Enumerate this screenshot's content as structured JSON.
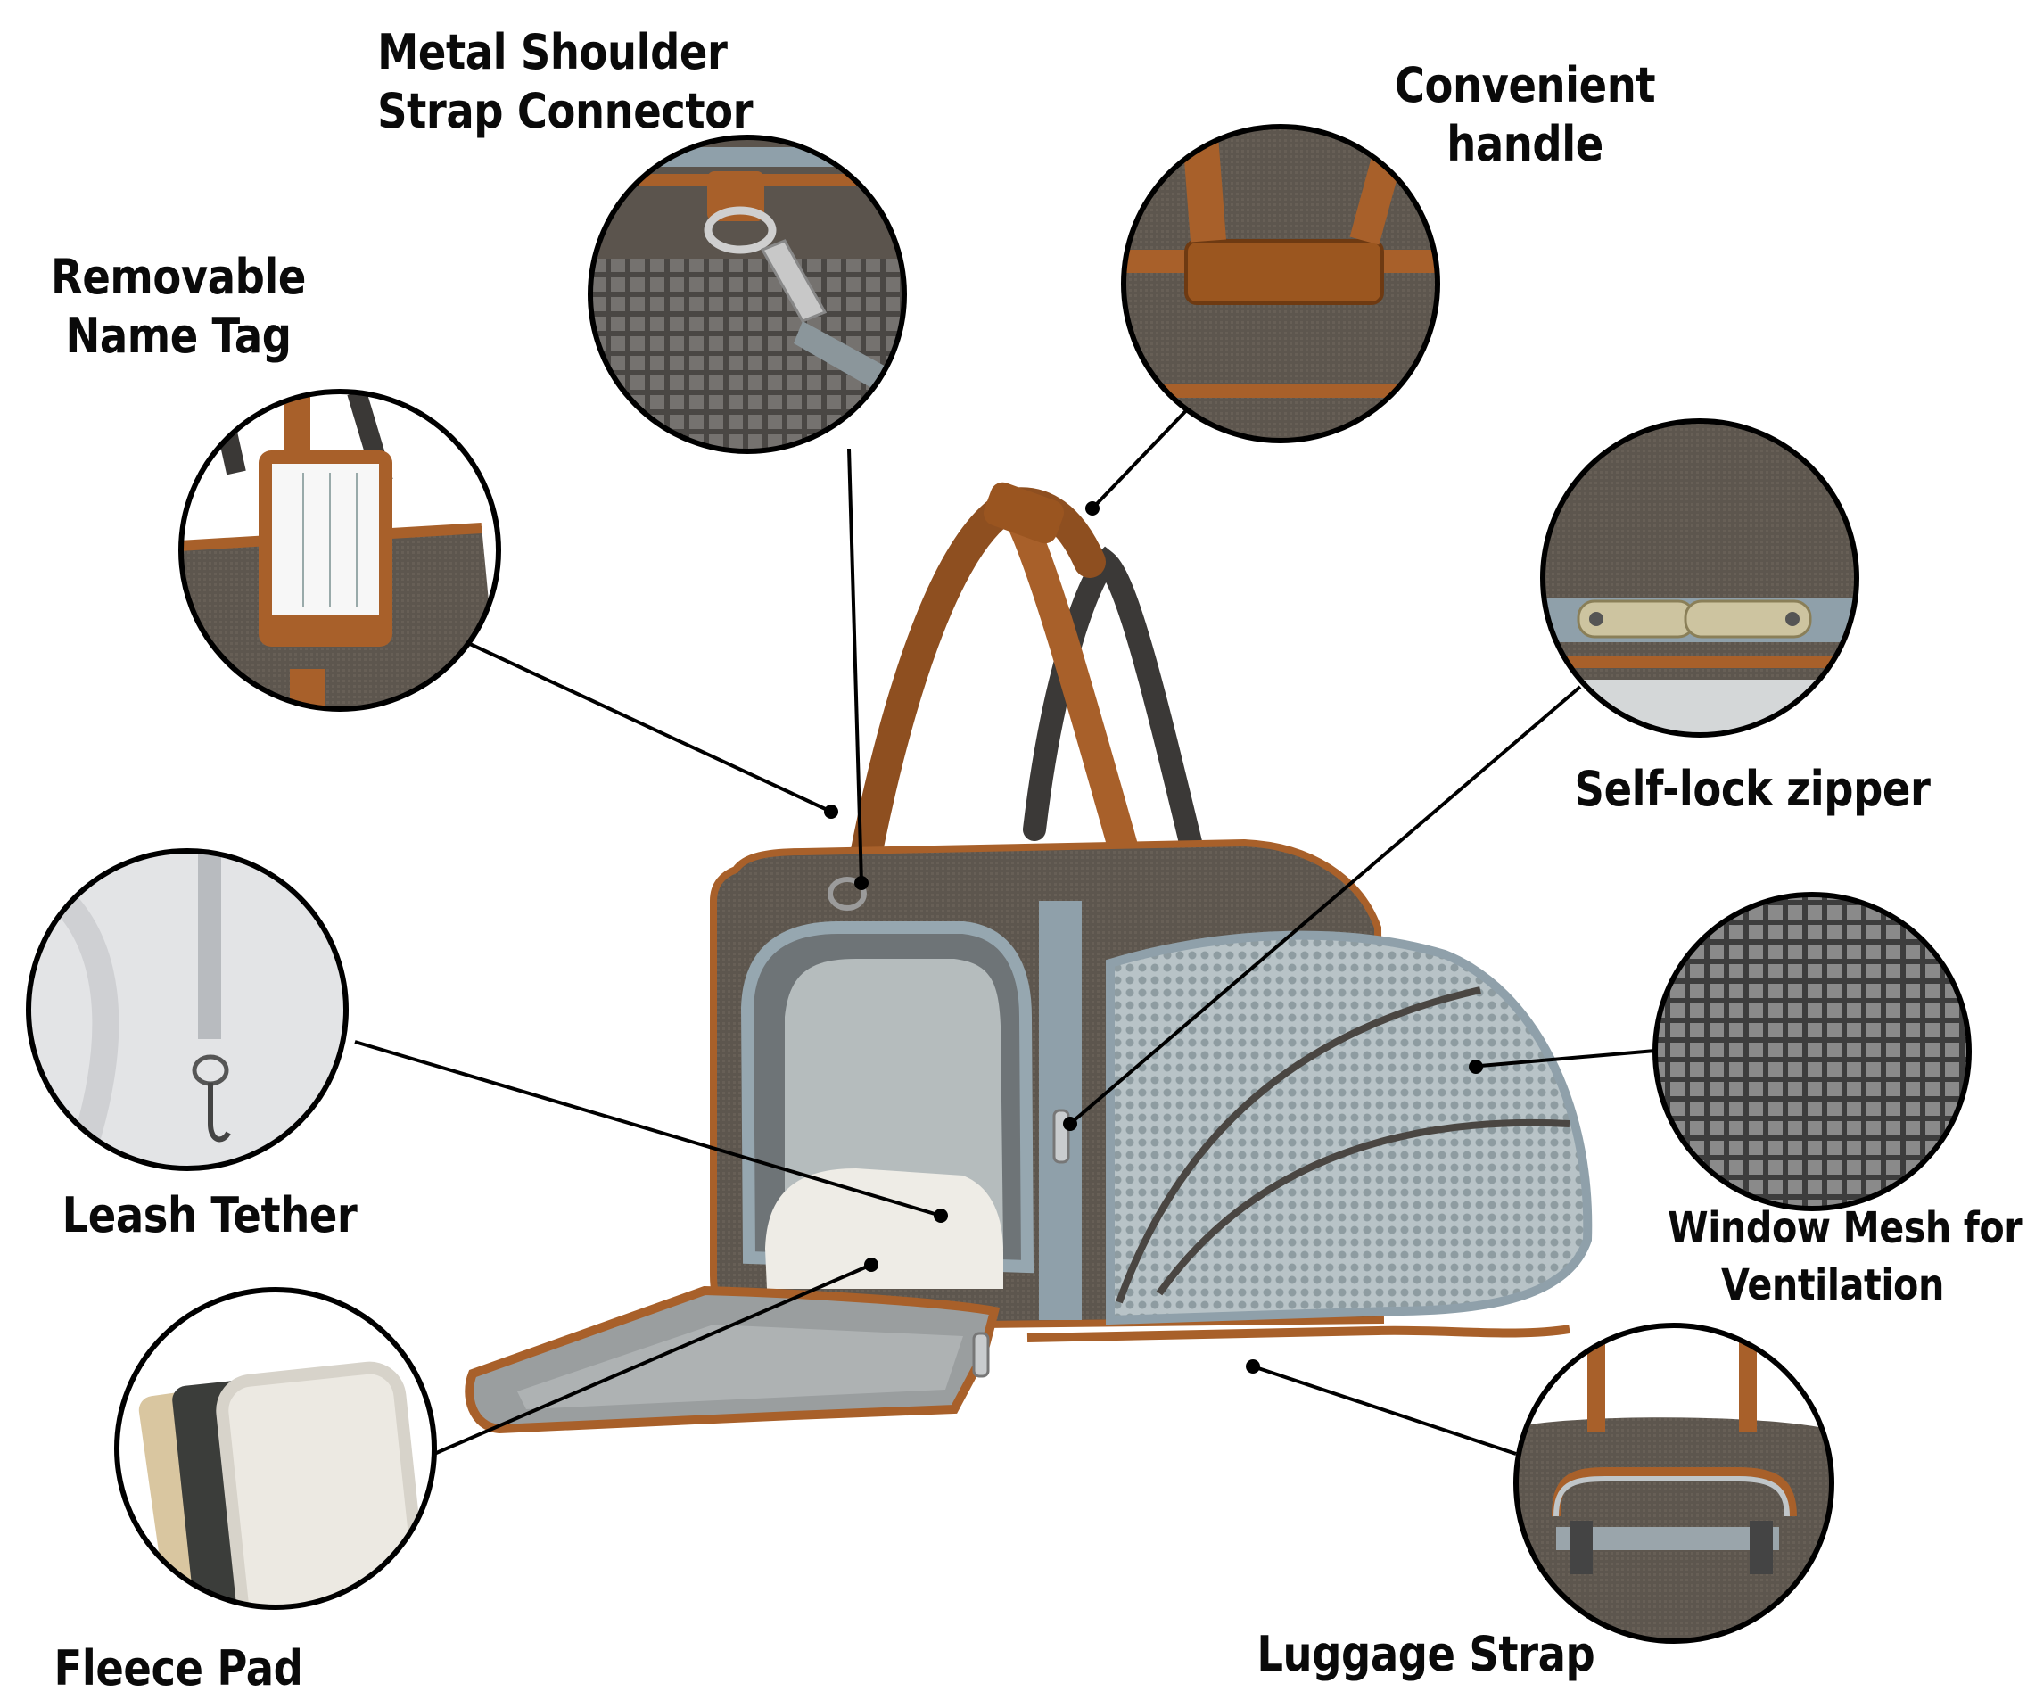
{
  "callouts": {
    "metal_connector": {
      "line1": "Metal Shoulder",
      "line2": "Strap Connector"
    },
    "handle": {
      "line1": "Convenient",
      "line2": "handle"
    },
    "name_tag": {
      "line1": "Removable",
      "line2": "Name Tag"
    },
    "zipper": {
      "line1": "Self-lock zipper"
    },
    "mesh": {
      "line1": "Window Mesh for",
      "line2": "Ventilation"
    },
    "leash": {
      "line1": "Leash Tether"
    },
    "fleece": {
      "line1": "Fleece Pad"
    },
    "luggage": {
      "line1": "Luggage Strap"
    }
  },
  "colors": {
    "fabric": "#5c554d",
    "leather": "#a8602a",
    "mesh": "#a9b6bb",
    "zipper_tape": "#8fa0aa",
    "fleece": "#ece9e2",
    "circle_border": "#000000"
  },
  "icons": {
    "metal_connector": "clip-hook-icon",
    "handle": "handle-icon",
    "name_tag": "tag-icon",
    "zipper": "zipper-icon",
    "mesh": "mesh-icon",
    "leash": "leash-icon",
    "fleece": "fleece-pad-icon",
    "luggage": "luggage-strap-icon"
  }
}
